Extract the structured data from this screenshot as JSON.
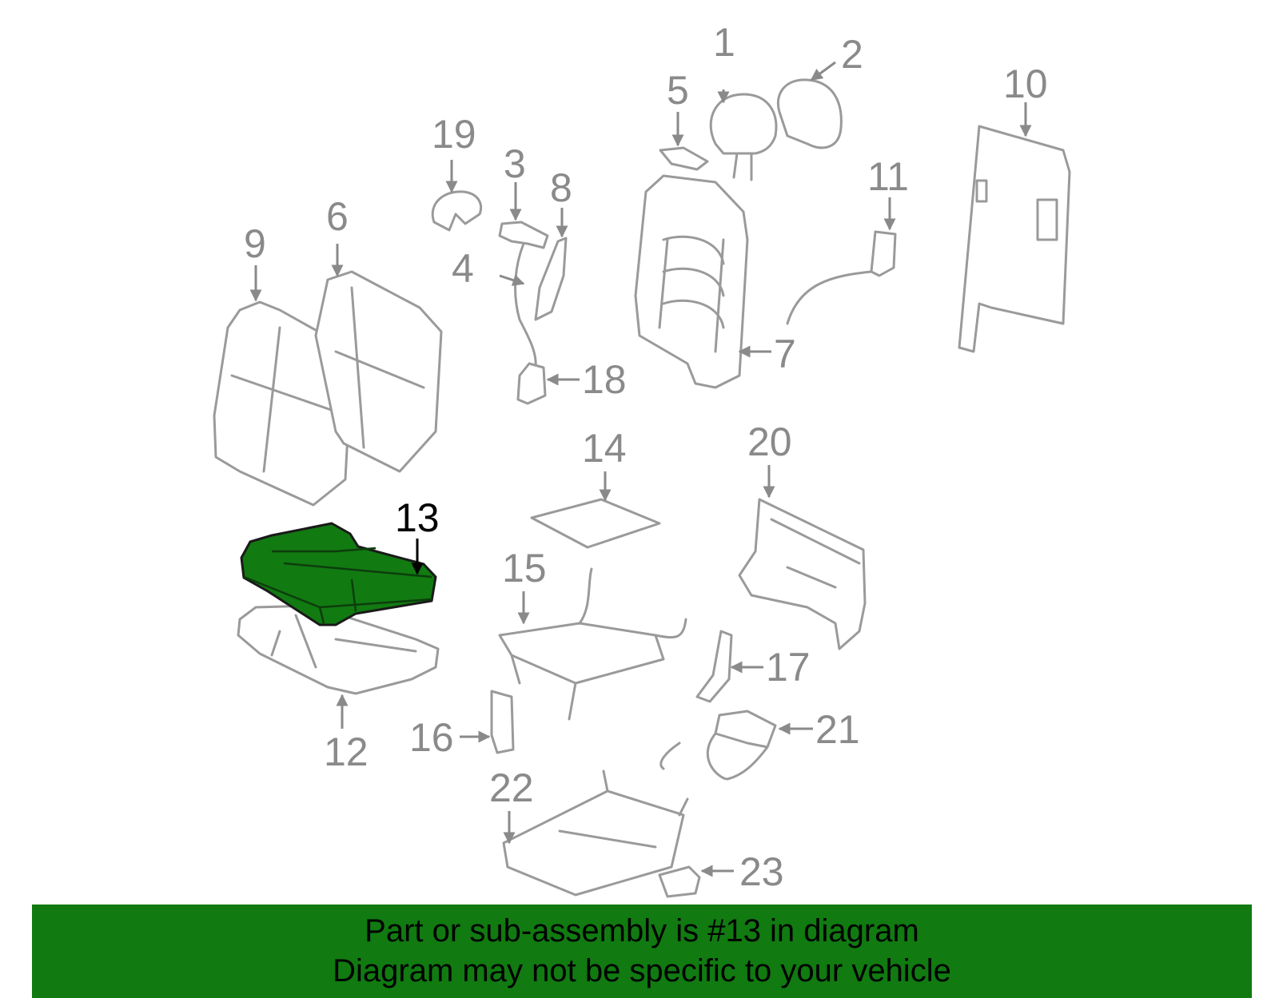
{
  "diagram": {
    "highlight_color": "#117a11",
    "highlighted_part": "13",
    "callouts": [
      "1",
      "2",
      "3",
      "4",
      "5",
      "6",
      "7",
      "8",
      "9",
      "10",
      "11",
      "12",
      "13",
      "14",
      "15",
      "16",
      "17",
      "18",
      "19",
      "20",
      "21",
      "22",
      "23"
    ]
  },
  "banner": {
    "background_color": "#117a11",
    "line1": "Part or sub-assembly is #13 in diagram",
    "line2": "Diagram may not be specific to your vehicle"
  }
}
